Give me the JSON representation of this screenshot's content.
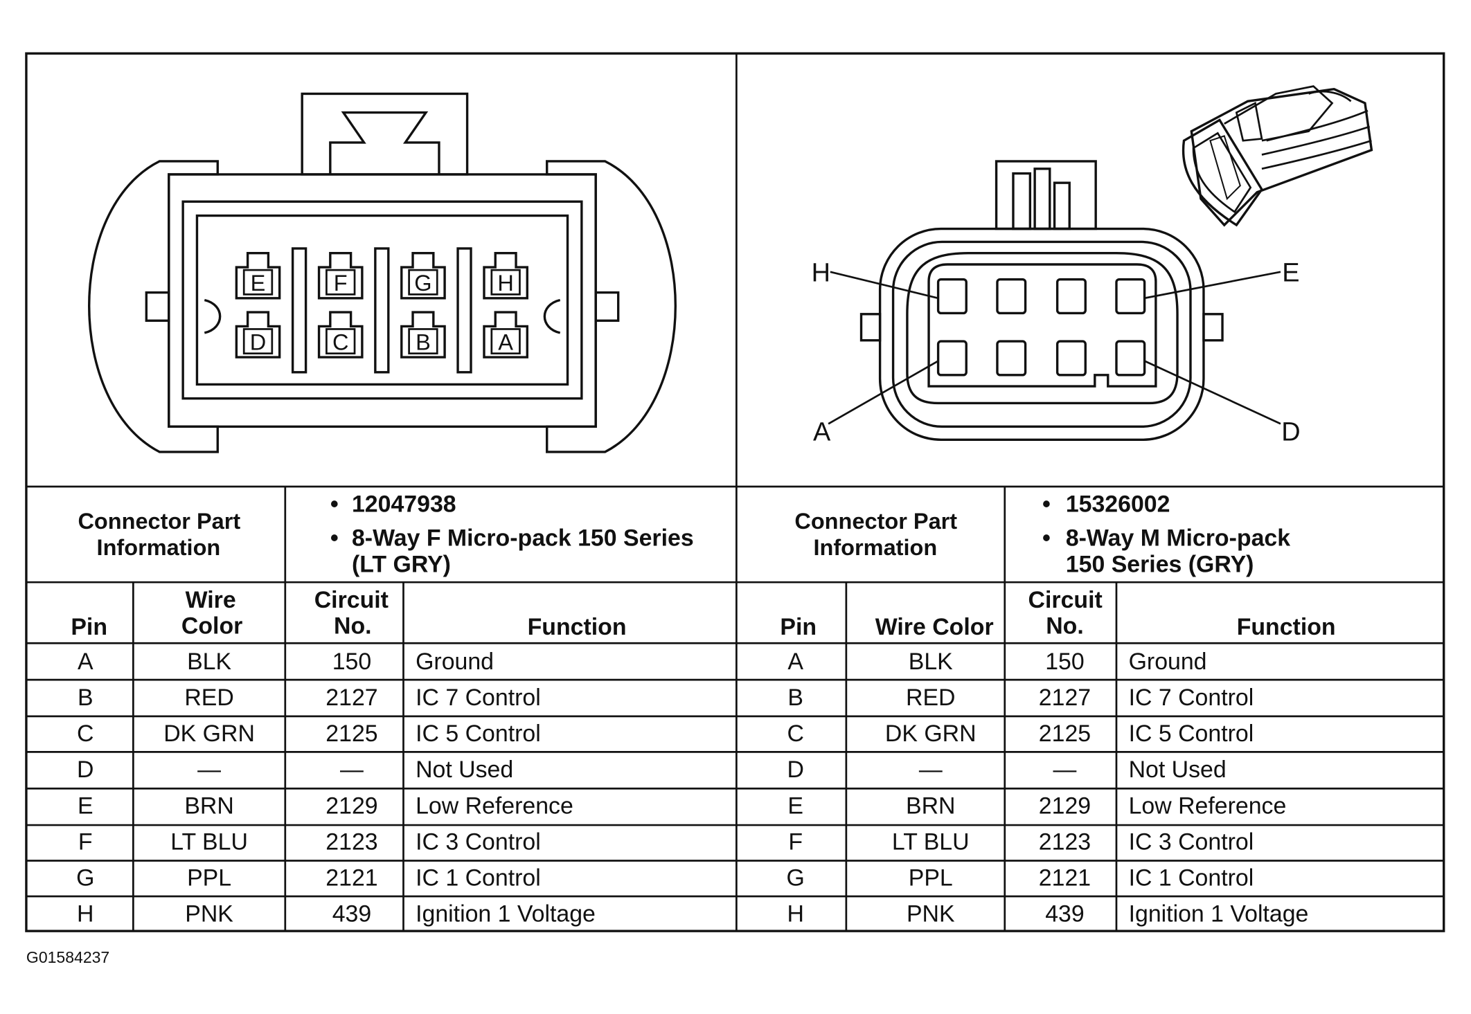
{
  "figure_id": "G01584237",
  "connectors": [
    {
      "id": "left",
      "header_label": "Connector Part Information",
      "part_info": [
        "12047938",
        "8-Way F Micro-pack 150 Series",
        "(LT GRY)"
      ],
      "columns": [
        "Pin",
        "Wire Color",
        "Circuit No.",
        "Function"
      ],
      "cavity_letters_top": [
        "E",
        "F",
        "G",
        "H"
      ],
      "cavity_letters_bottom": [
        "D",
        "C",
        "B",
        "A"
      ],
      "rows": [
        [
          "A",
          "BLK",
          "150",
          "Ground"
        ],
        [
          "B",
          "RED",
          "2127",
          "IC 7 Control"
        ],
        [
          "C",
          "DK GRN",
          "2125",
          "IC 5 Control"
        ],
        [
          "D",
          "—",
          "—",
          "Not Used"
        ],
        [
          "E",
          "BRN",
          "2129",
          "Low Reference"
        ],
        [
          "F",
          "LT BLU",
          "2123",
          "IC 3 Control"
        ],
        [
          "G",
          "PPL",
          "2121",
          "IC 1 Control"
        ],
        [
          "H",
          "PNK",
          "439",
          "Ignition 1 Voltage"
        ]
      ]
    },
    {
      "id": "right",
      "header_label": "Connector Part Information",
      "part_info": [
        "15326002",
        "8-Way M Micro-pack",
        "150 Series (GRY)"
      ],
      "columns": [
        "Pin",
        "Wire Color",
        "Circuit No.",
        "Function"
      ],
      "callouts": [
        "H",
        "E",
        "A",
        "D"
      ],
      "rows": [
        [
          "A",
          "BLK",
          "150",
          "Ground"
        ],
        [
          "B",
          "RED",
          "2127",
          "IC 7 Control"
        ],
        [
          "C",
          "DK GRN",
          "2125",
          "IC 5 Control"
        ],
        [
          "D",
          "—",
          "—",
          "Not Used"
        ],
        [
          "E",
          "BRN",
          "2129",
          "Low Reference"
        ],
        [
          "F",
          "LT BLU",
          "2123",
          "IC 3 Control"
        ],
        [
          "G",
          "PPL",
          "2121",
          "IC 1 Control"
        ],
        [
          "H",
          "PNK",
          "439",
          "Ignition 1 Voltage"
        ]
      ]
    }
  ]
}
